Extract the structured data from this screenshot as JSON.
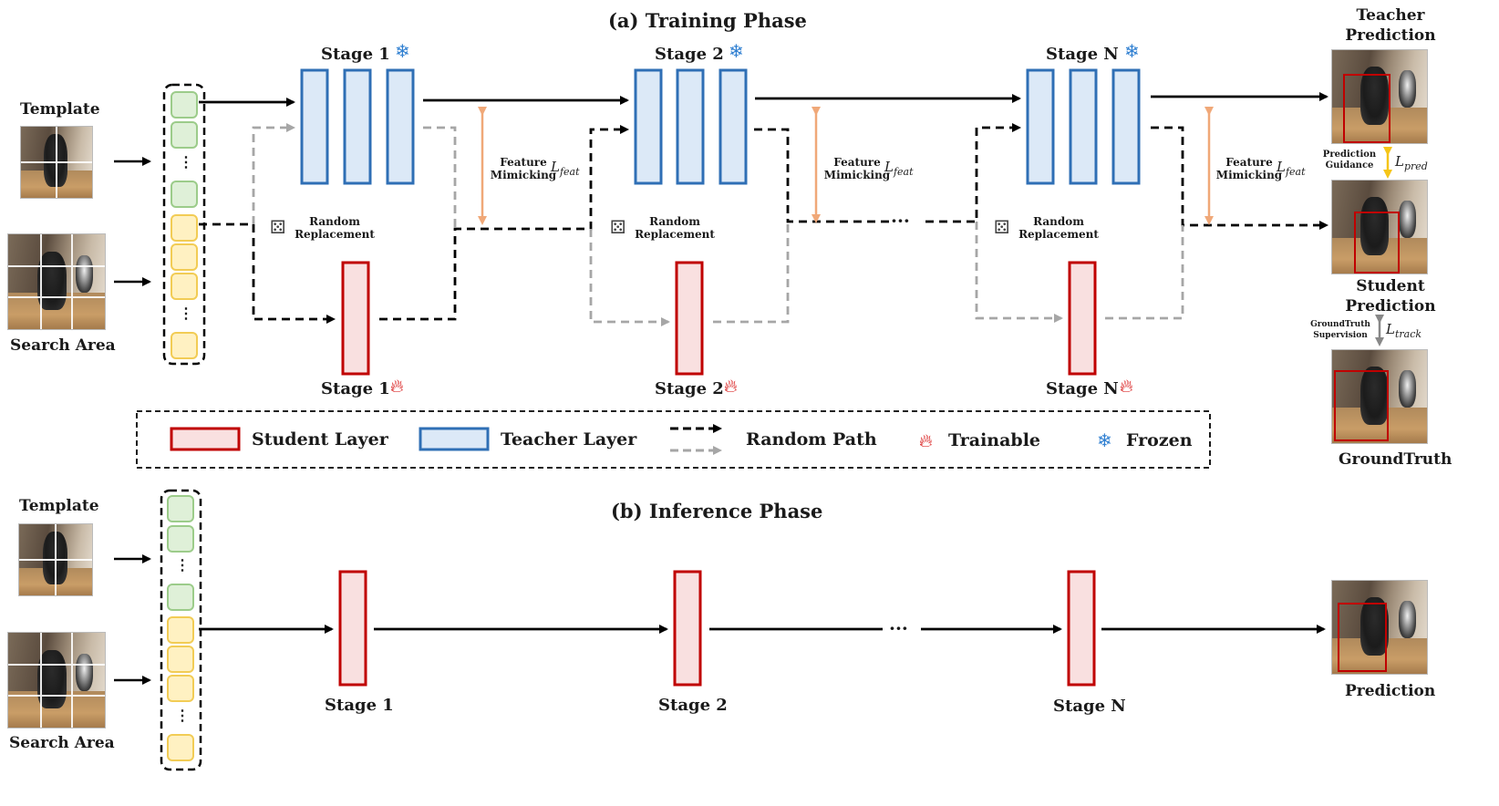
{
  "training": {
    "title": "(a) Training Phase",
    "template_label": "Template",
    "search_label": "Search Area",
    "teacher_stages": [
      "Stage 1",
      "Stage 2",
      "Stage N"
    ],
    "student_stages": [
      "Stage 1",
      "Stage 2",
      "Stage N"
    ],
    "feature_mimicking": "Feature Mimicking",
    "lfeat_base": "L",
    "lfeat_sub": "feat",
    "random_replacement": "Random Replacement",
    "teacher_prediction": "Teacher Prediction",
    "student_prediction": "Student Prediction",
    "groundtruth": "GroundTruth",
    "prediction_guidance": "Prediction Guidance",
    "lpred_base": "L",
    "lpred_sub": "pred",
    "gt_supervision": "GroundTruth Supervision",
    "ltrack_base": "L",
    "ltrack_sub": "track",
    "ellipsis": "···",
    "vdots": "⋮"
  },
  "legend": {
    "student_layer": "Student Layer",
    "teacher_layer": "Teacher Layer",
    "random_path": "Random Path",
    "trainable": "Trainable",
    "frozen": "Frozen"
  },
  "inference": {
    "title": "(b) Inference Phase",
    "template_label": "Template",
    "search_label": "Search Area",
    "stages": [
      "Stage 1",
      "Stage 2",
      "Stage N"
    ],
    "prediction": "Prediction",
    "ellipsis": "···",
    "vdots": "⋮"
  },
  "icons": {
    "frozen": "snowflake-icon",
    "trainable": "flame-icon",
    "random": "dice-icon"
  },
  "colors": {
    "student_fill": "#f9e0e0",
    "student_stroke": "#c00000",
    "teacher_fill": "#dce9f7",
    "teacher_stroke": "#2f6fb5",
    "template_token_fill": "#dff0d8",
    "template_token_stroke": "#9ccc8a",
    "search_token_fill": "#fff1c2",
    "search_token_stroke": "#f2cc55",
    "mimic_arrow": "#f0a878",
    "guidance_arrow": "#f5c518",
    "supervision_arrow": "#888888",
    "dashed_grey": "#a6a6a6",
    "snowflake": "#2f7fd1",
    "flame": "#d40000",
    "box": "#c00000"
  }
}
